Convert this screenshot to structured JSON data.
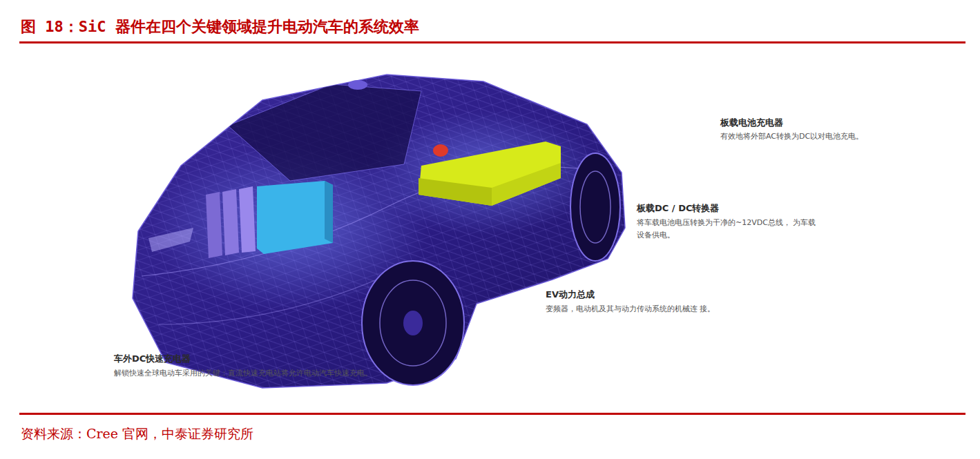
{
  "diagram": {
    "title": "图 18：SiC 器件在四个关键领域提升电动汽车的系统效率",
    "caption": "资料来源：Cree 官网，中泰证券研究所",
    "labels": [
      "板载电池充电器",
      "有效地将外部AC转换为DC以对电池充电。",
      "板载DC / DC转换器",
      "将车载电池电压转换为干净的~12VDC总线， 为车载设备供电。",
      "EV动力总成",
      "变频器，电动机及其与动力传动系统的机械连 接。",
      "车外DC快速充电器",
      "解锁快速全球电动车采用的关键：直流快速充电站将允许电动汽车快速充电。"
    ]
  }
}
